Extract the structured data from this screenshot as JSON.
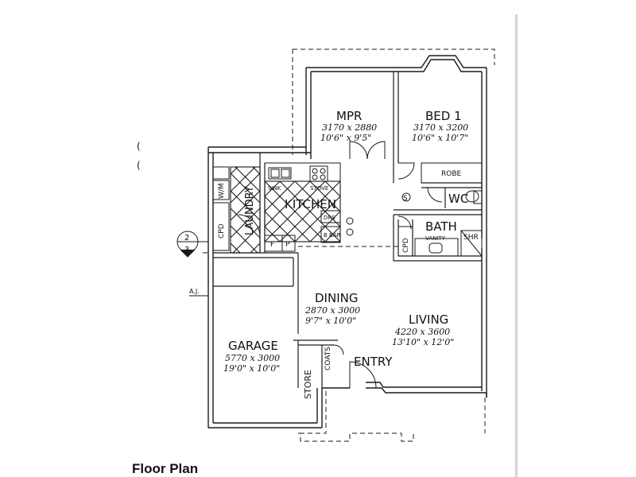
{
  "caption": "Floor Plan",
  "rooms": {
    "mpr": {
      "name": "MPR",
      "metric": "3170 x 2880",
      "imperial": "10'6\" x 9'5\""
    },
    "bed1": {
      "name": "BED 1",
      "metric": "3170 x 3200",
      "imperial": "10'6\" x 10'7\""
    },
    "kitchen": {
      "name": "KITCHEN"
    },
    "laundry": {
      "name": "LAUNDRY"
    },
    "wc": {
      "name": "WC"
    },
    "bath": {
      "name": "BATH"
    },
    "dining": {
      "name": "DINING",
      "metric": "2870 x 3000",
      "imperial": "9'7\" x 10'0\""
    },
    "living": {
      "name": "LIVING",
      "metric": "4220 x 3600",
      "imperial": "13'10\" x 12'0\""
    },
    "garage": {
      "name": "GARAGE",
      "metric": "5770 x 3000",
      "imperial": "19'0\" x 10'0\""
    },
    "entry": {
      "name": "ENTRY"
    },
    "store": {
      "name": "STORE"
    },
    "coats": {
      "name": "COATS"
    }
  },
  "fixtures": {
    "robe": "ROBE",
    "cpd_laundry": "CPD",
    "cpd_bath": "CPD",
    "wm": "W/M",
    "sink": "SINK",
    "stove": "STOVE",
    "drs": "DRS",
    "bbar": "B BAR",
    "fridge": "F",
    "pantry": "P",
    "vanity": "VANITY",
    "shr": "SHR",
    "smoke_alarm": "S"
  },
  "section_marker": {
    "top": "2",
    "bottom": "3"
  },
  "aj_label": "A.J.",
  "margin_marks": [
    "(",
    "("
  ],
  "colors": {
    "line": "#1a1a1a",
    "background": "#ffffff"
  }
}
